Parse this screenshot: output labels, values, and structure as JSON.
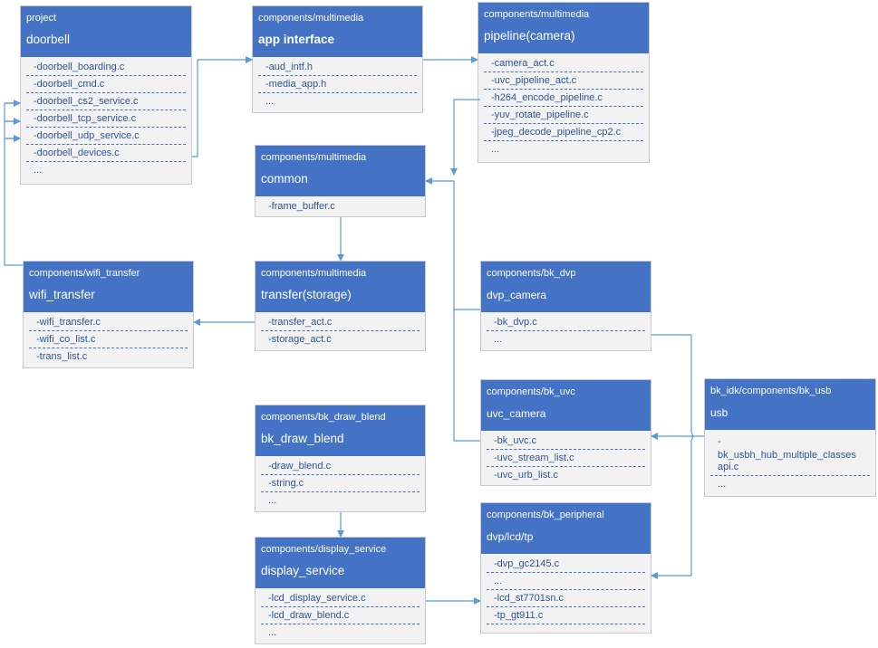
{
  "colors": {
    "header": "#4472c4",
    "body": "#f2f2f2",
    "connector": "#5b9bd5",
    "file_text": "#2f5597"
  },
  "boxes": {
    "doorbell": {
      "category": "project",
      "name": "doorbell",
      "files": [
        "-doorbell_boarding.c",
        "-doorbell_cmd.c",
        "-doorbell_cs2_service.c",
        "-doorbell_tcp_service.c",
        "-doorbell_udp_service.c",
        "-doorbell_devices.c",
        "..."
      ]
    },
    "app_interface": {
      "category": "components/multimedia",
      "name": "app interface",
      "files": [
        "-aud_intf.h",
        "-media_app.h",
        "..."
      ]
    },
    "pipeline": {
      "category": "components/multimedia",
      "name": "pipeline(camera)",
      "files": [
        "-camera_act.c",
        "-uvc_pipeline_act.c",
        "-h264_encode_pipeline.c",
        "-yuv_rotate_pipeline.c",
        "-jpeg_decode_pipeline_cp2.c",
        "..."
      ]
    },
    "common": {
      "category": "components/multimedia",
      "name": "common",
      "files": [
        "-frame_buffer.c"
      ]
    },
    "wifi_transfer": {
      "category": "components/wifi_transfer",
      "name": "wifi_transfer",
      "files": [
        "-wifi_transfer.c",
        "-wifi_co_list.c",
        "-trans_list.c"
      ]
    },
    "transfer": {
      "category": "components/multimedia",
      "name": "transfer(storage)",
      "files": [
        "-transfer_act.c",
        "-storage_act.c"
      ]
    },
    "dvp_camera": {
      "category": "components/bk_dvp",
      "name": "dvp_camera",
      "files": [
        "-bk_dvp.c",
        "..."
      ]
    },
    "uvc_camera": {
      "category": "components/bk_uvc",
      "name": "uvc_camera",
      "files": [
        "-bk_uvc.c",
        "-uvc_stream_list.c",
        "-uvc_urb_list.c"
      ]
    },
    "usb": {
      "category": "bk_idk/components/bk_usb",
      "name": "usb",
      "files": [
        "-",
        "bk_usbh_hub_multiple_classes api.c",
        "..."
      ]
    },
    "draw_blend": {
      "category": "components/bk_draw_blend",
      "name": "bk_draw_blend",
      "files": [
        "-draw_blend.c",
        "-string.c",
        "..."
      ]
    },
    "display_service": {
      "category": "components/display_service",
      "name": "display_service",
      "files": [
        "-lcd_display_service.c",
        "-lcd_draw_blend.c",
        "..."
      ]
    },
    "peripheral": {
      "category": "components/bk_peripheral",
      "name": "dvp/lcd/tp",
      "files": [
        "-dvp_gc2145.c",
        "...",
        "-lcd_st7701sn.c",
        "-tp_gt911.c"
      ]
    }
  }
}
